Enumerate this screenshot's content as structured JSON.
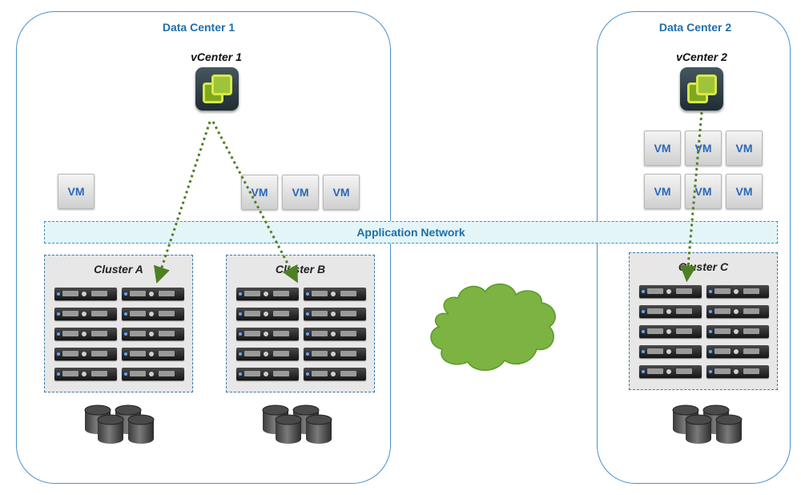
{
  "diagram": {
    "datacenters": [
      {
        "title": "Data Center 1",
        "vcenter": "vCenter 1"
      },
      {
        "title": "Data Center 2",
        "vcenter": "vCenter 2"
      }
    ],
    "vm_label": "VM",
    "network_label": "Application Network",
    "clusters": [
      {
        "title": "Cluster A"
      },
      {
        "title": "Cluster B"
      },
      {
        "title": "Cluster C"
      }
    ],
    "icons": {
      "vcenter": "vcenter-icon",
      "server": "server-icon",
      "storage": "storage-icon",
      "cloud": "cloud-icon"
    },
    "colors": {
      "datacenter_border": "#4a90c8",
      "title_text": "#1f6ea9",
      "cloud_fill": "#7cb342",
      "management_link": "#4f7f24",
      "network_fill": "#e4f5f8"
    }
  }
}
